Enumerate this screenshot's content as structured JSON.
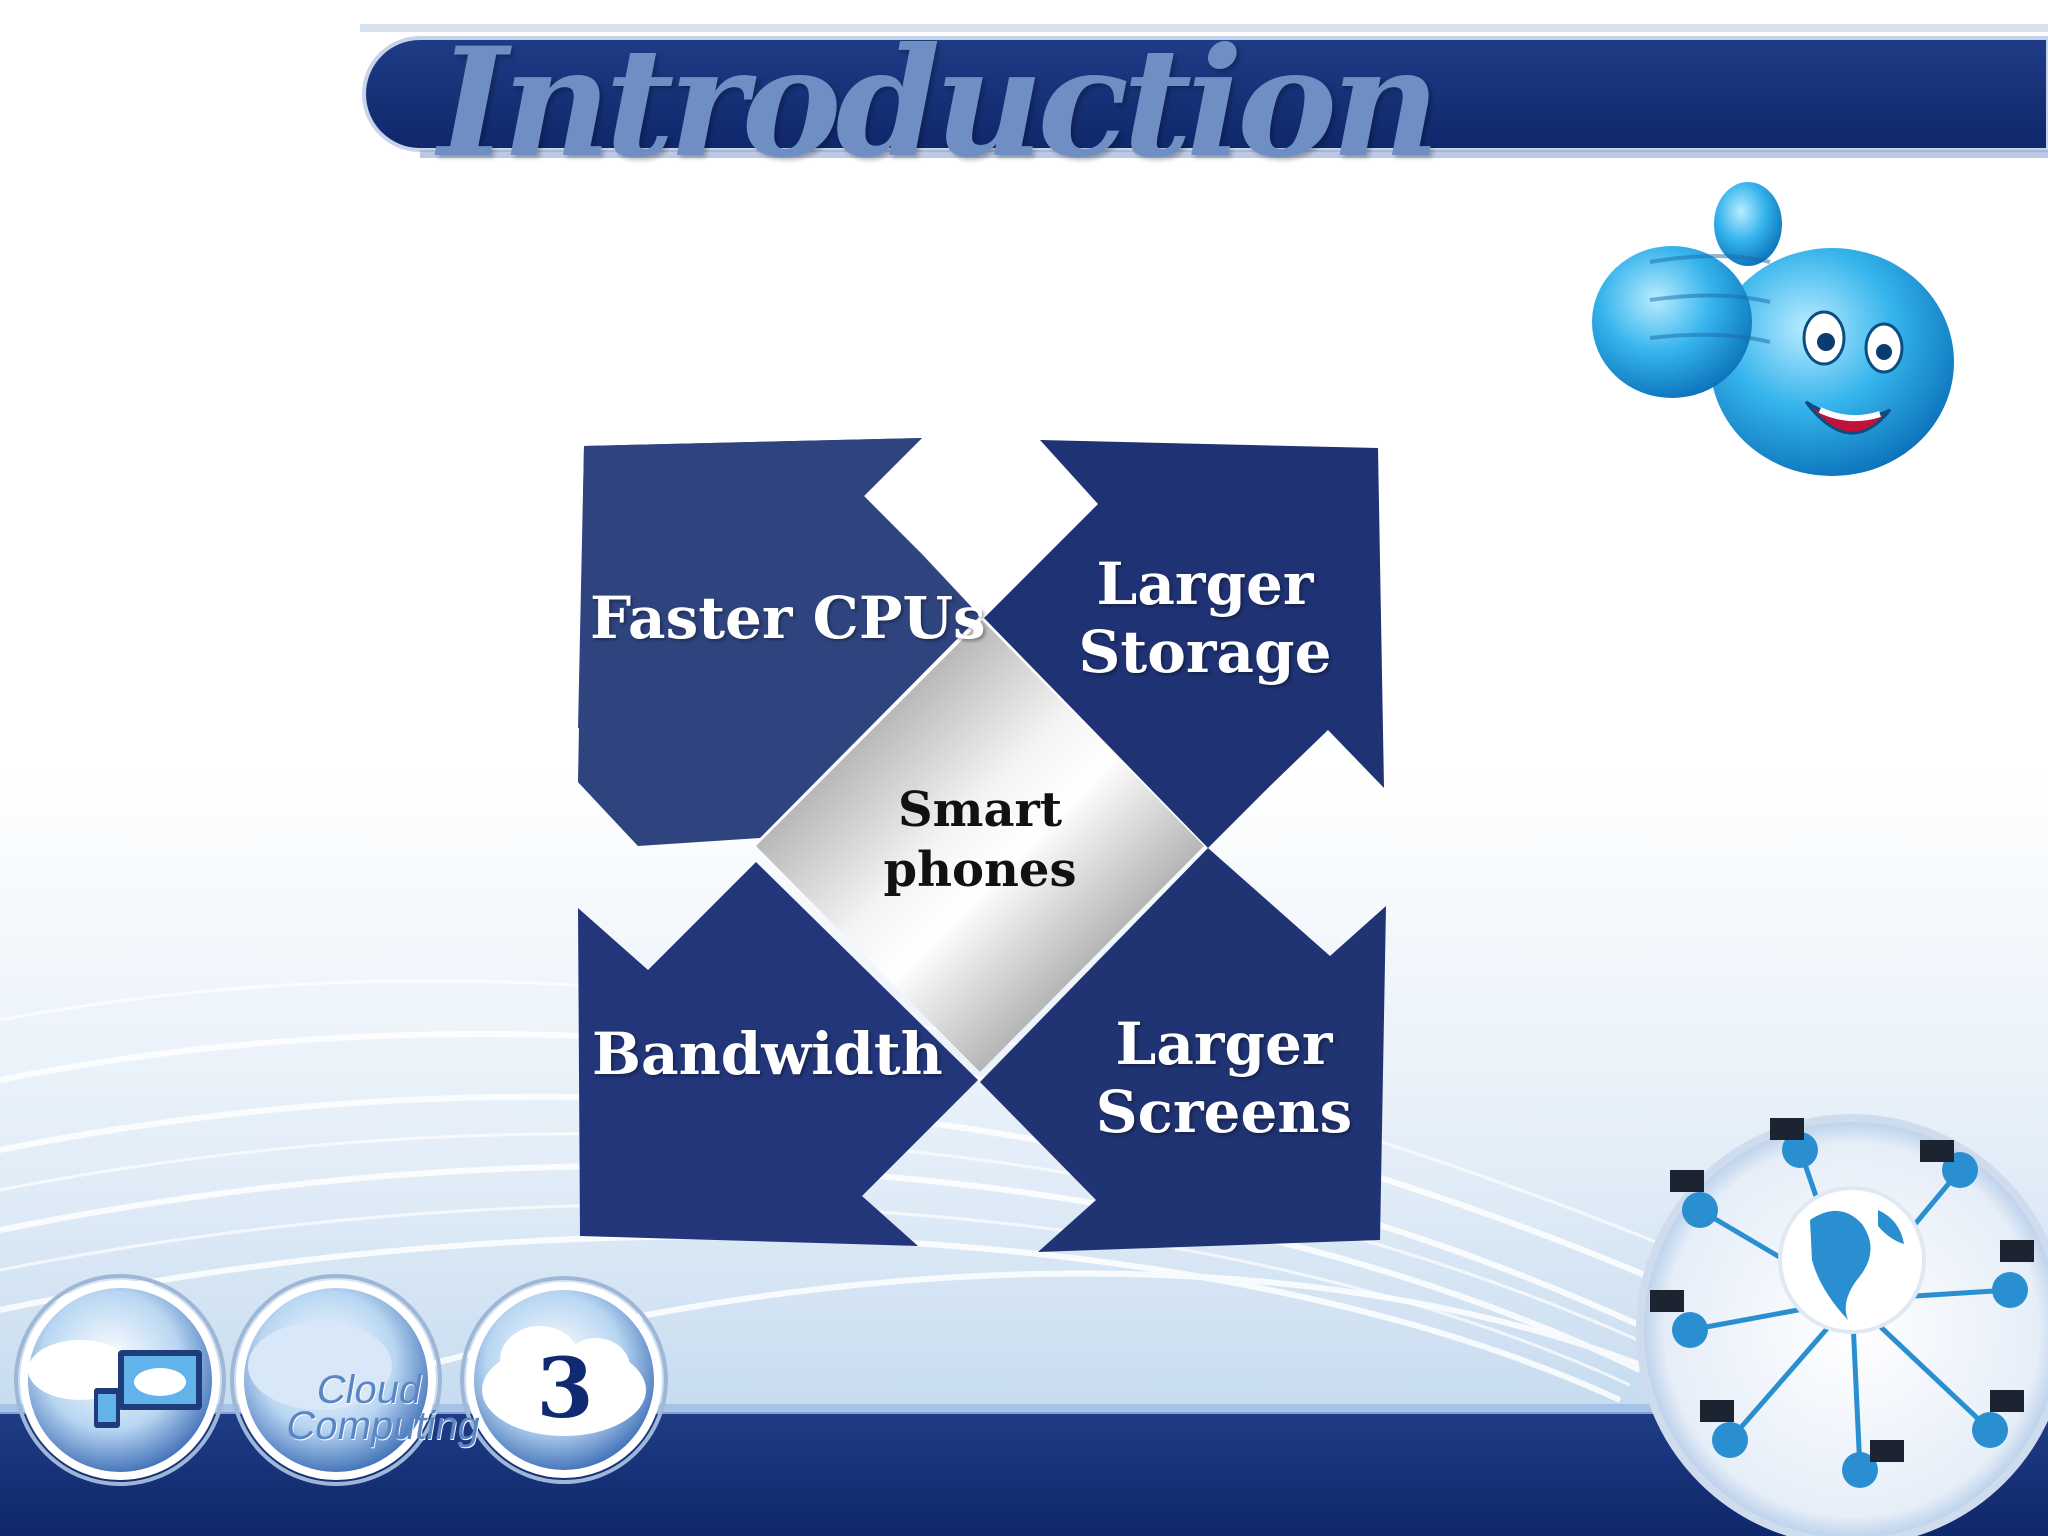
{
  "title": "Introduction",
  "diagram": {
    "center": [
      "Smart",
      "phones"
    ],
    "quadrants": {
      "top_left": [
        "Faster CPUs"
      ],
      "top_right": [
        "Larger",
        "Storage"
      ],
      "bottom_left": [
        "Bandwidth"
      ],
      "bottom_right": [
        "Larger",
        "Screens"
      ]
    }
  },
  "footer": {
    "badges": [
      "Cloud",
      "Computing"
    ],
    "page_number": "3"
  },
  "colors": {
    "navy": "#1a2f6e",
    "accent_blue": "#2c4f9e",
    "title_blue": "#6f8fc4"
  },
  "icons": [
    "thumbs-up-smiley-icon",
    "network-globe-icon",
    "cloud-devices-icon",
    "cloud-computing-badge-icon",
    "cloud-number-badge-icon"
  ]
}
